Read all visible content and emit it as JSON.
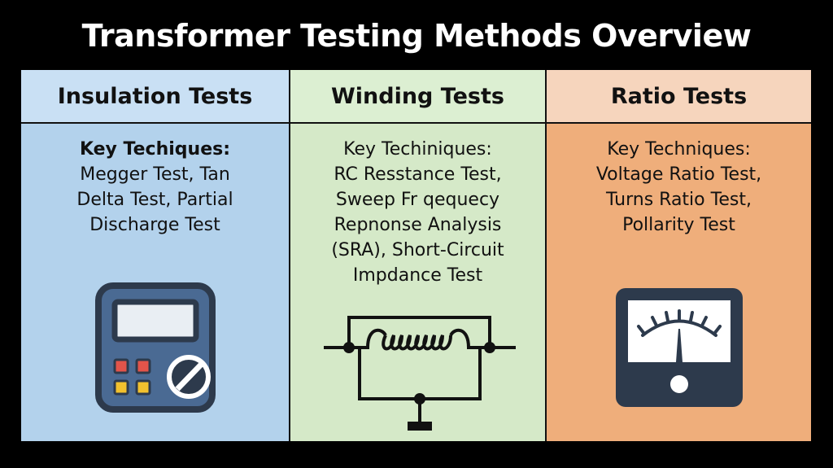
{
  "title": "Transformer Testing Methods Overview",
  "colors": {
    "background": "#000000",
    "insulation_panel": "#b3d2ec",
    "insulation_header": "#c9e0f4",
    "winding_panel": "#d5e9c8",
    "winding_header": "#dcefd2",
    "ratio_panel": "#efae7b",
    "ratio_header": "#f6d5bd",
    "icon_dark": "#2d3a4c",
    "icon_body_blue": "#4a6a93"
  },
  "panels": [
    {
      "heading": "Insulation Tests",
      "key_label": "Key Techiques:",
      "lines": [
        "Megger Test, Tan",
        "Delta Test, Partial",
        "Discharge Test"
      ],
      "icon": "insulation-tester-meter-icon"
    },
    {
      "heading": "Winding Tests",
      "key_label": "Key Techiniques:",
      "lines": [
        "RC Resstance Test,",
        "Sweep Fr qequecy",
        "Repnonse Analysis",
        "(SRA), Short-Circuit",
        "Impdance Test"
      ],
      "icon": "inductor-circuit-icon"
    },
    {
      "heading": "Ratio Tests",
      "key_label": "Key Techniques:",
      "lines": [
        "Voltage Ratio Test,",
        "Turns Ratio Test,",
        "Pollarity Test"
      ],
      "icon": "analog-gauge-meter-icon"
    }
  ]
}
